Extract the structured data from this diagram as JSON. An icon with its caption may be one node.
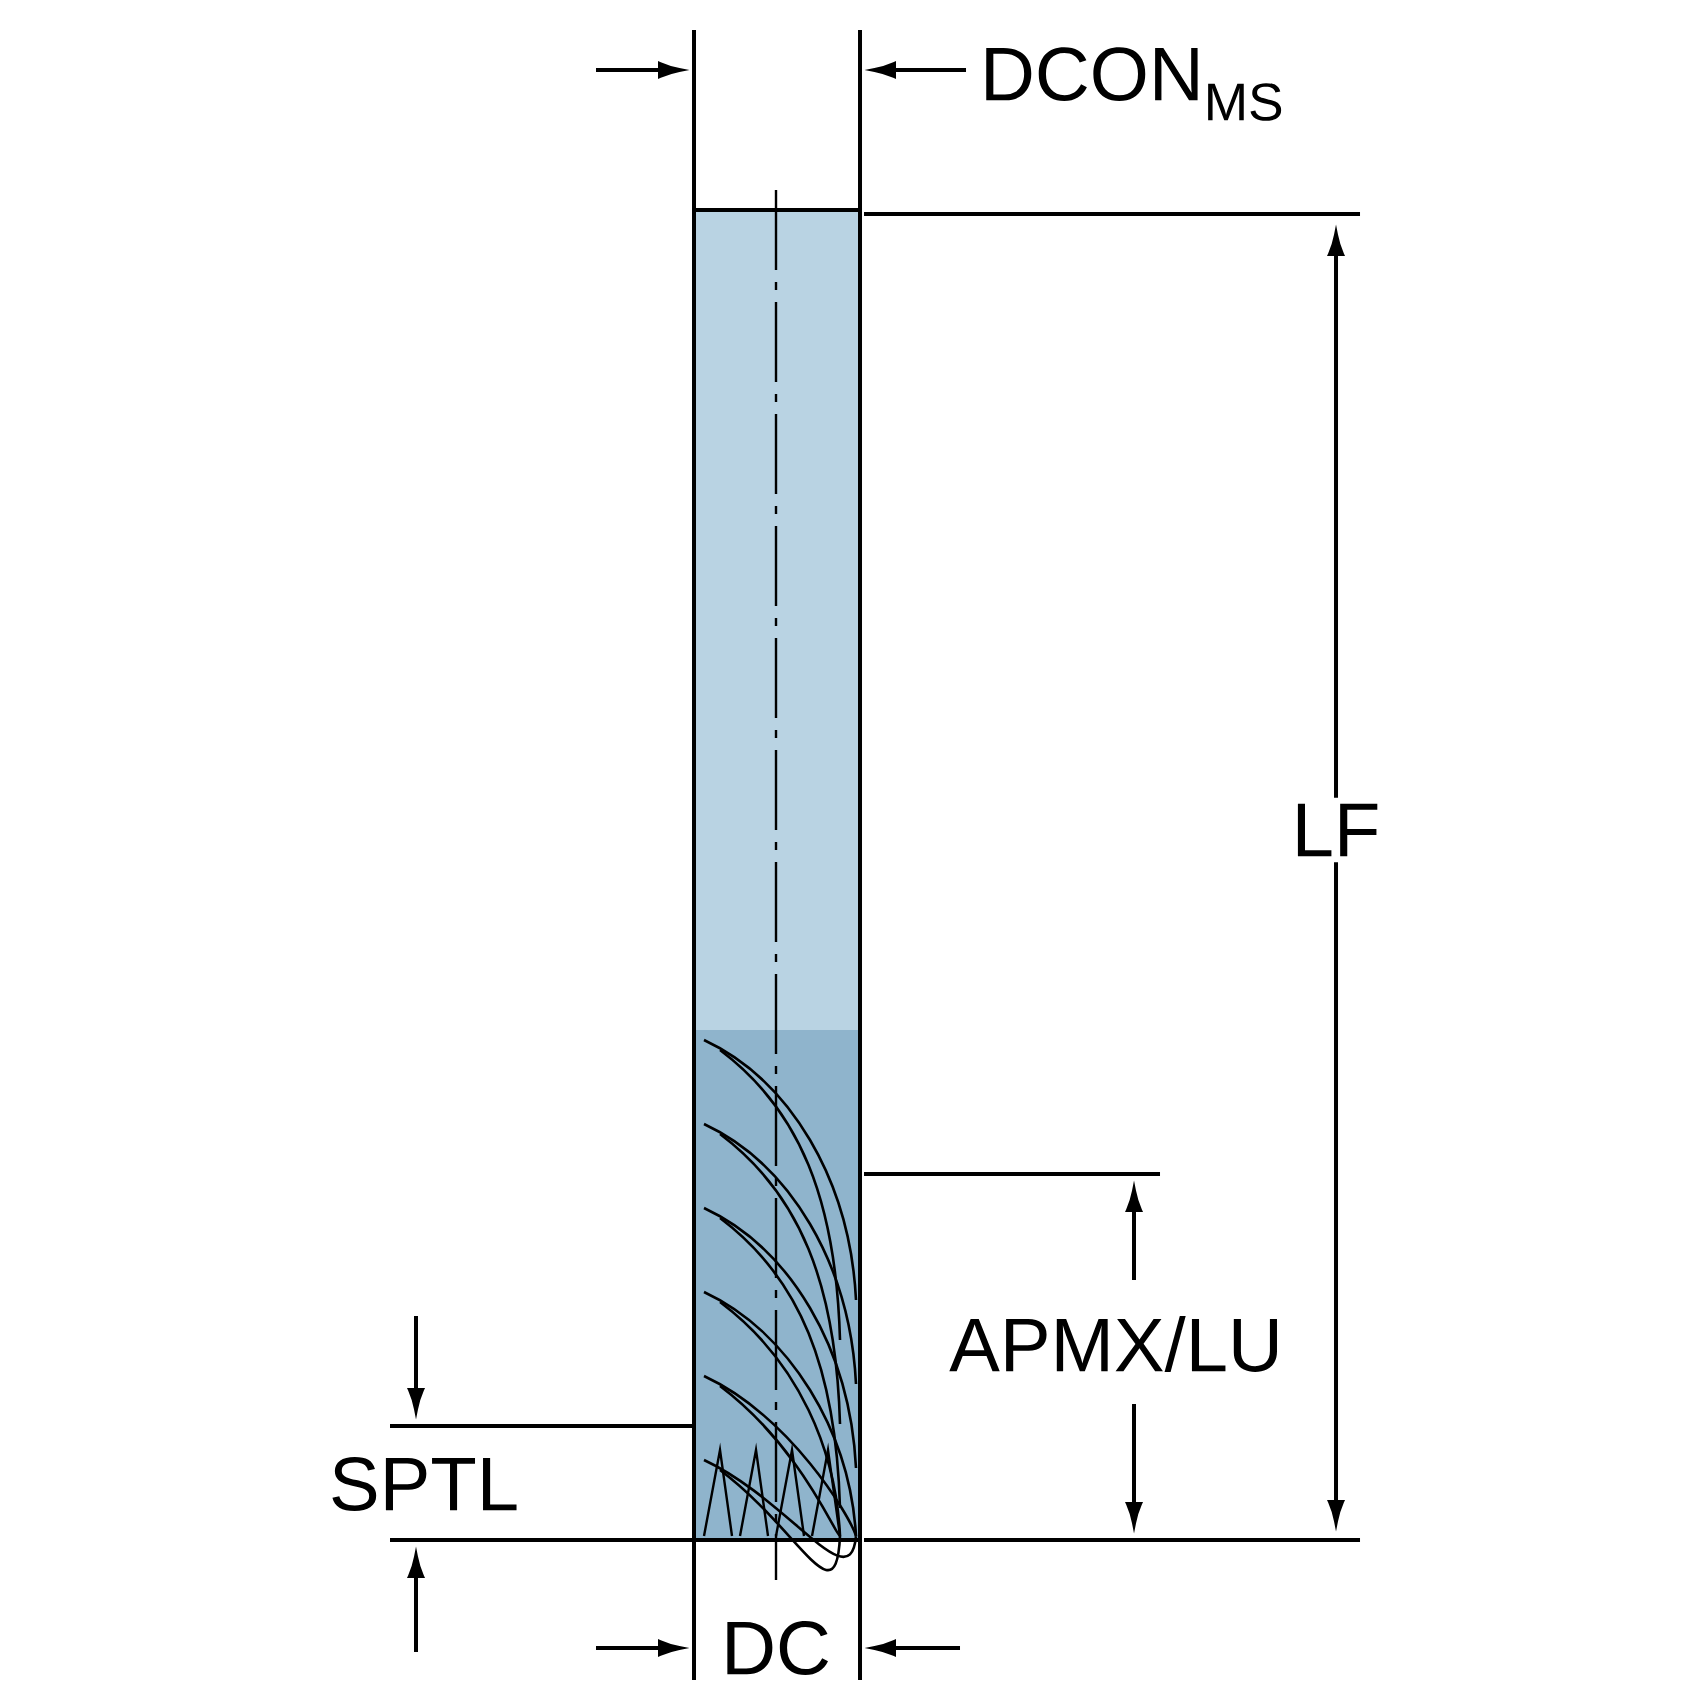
{
  "diagram": {
    "labels": [
      "DCON$_{MS}$",
      "LF",
      "APMX/LU",
      "SPTL",
      "DC"
    ]
  }
}
